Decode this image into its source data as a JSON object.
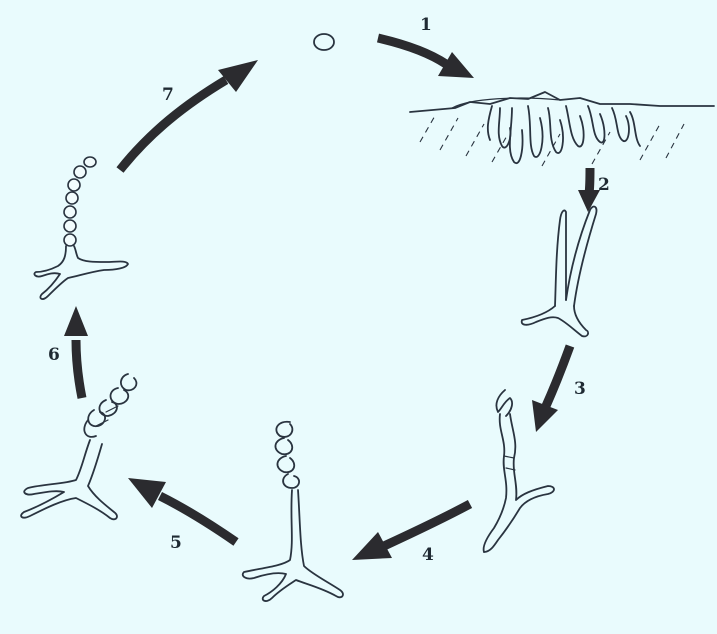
{
  "diagram": {
    "background": "#e9fbfd",
    "stroke_color": "#2a3440",
    "arrow_color": "#2b2b2f",
    "steps": [
      {
        "label": "1"
      },
      {
        "label": "2"
      },
      {
        "label": "3"
      },
      {
        "label": "4"
      },
      {
        "label": "5"
      },
      {
        "label": "6"
      },
      {
        "label": "7"
      }
    ]
  }
}
